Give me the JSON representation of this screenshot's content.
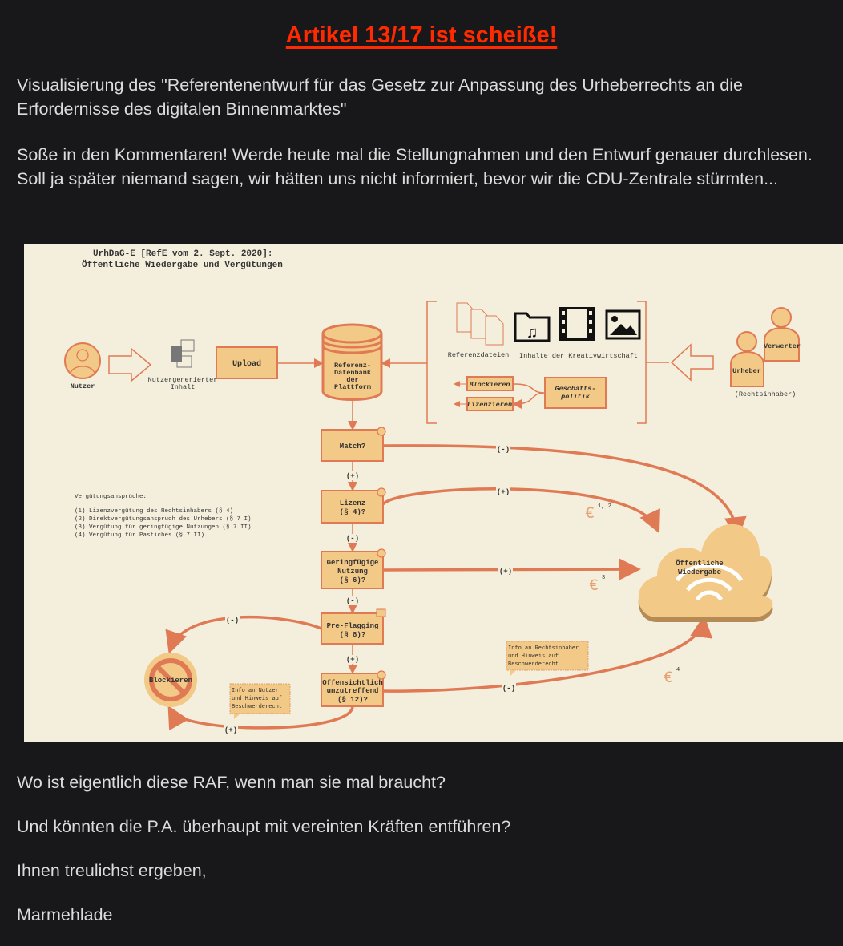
{
  "title": "Artikel 13/17 ist scheiße!",
  "intro": [
    "Visualisierung des \"Referentenentwurf für das Gesetz zur Anpassung des Urheberrechts an die Erfordernisse des digitalen Binnenmarktes\"",
    "Soße in den Kommentaren! Werde heute mal die Stellungnahmen und den Entwurf genauer durchlesen. Soll ja später niemand sagen, wir hätten uns nicht informiert, bevor wir die CDU-Zentrale stürmten..."
  ],
  "diagram": {
    "title_line1": "UrhDaG-E [RefE vom 2. Sept. 2020]:",
    "title_line2": "Öffentliche Wiedergabe und Vergütungen",
    "nutzer": "Nutzer",
    "ugc": [
      "Nutzergenerierter",
      "Inhalt"
    ],
    "upload": "Upload",
    "database": [
      "Referenz-",
      "Datenbank",
      "der",
      "Plattform"
    ],
    "referenzdateien": "Referenzdateien",
    "kreativwirtschaft": "Inhalte der Kreativwirtschaft",
    "blockieren_small": "Blockieren",
    "lizenzieren_small": "Lizenzieren",
    "geschaeftspolitik": [
      "Geschäfts-",
      "politik"
    ],
    "urheber": "Urheber",
    "verwerter": "Verwerter",
    "rechtsinhaber": "(Rechtsinhaber)",
    "match": "Match?",
    "lizenz": [
      "Lizenz",
      "(§ 4)?"
    ],
    "geringfuegig": [
      "Geringfügige",
      "Nutzung",
      "(§ 6)?"
    ],
    "preflagging": [
      "Pre-Flagging",
      "(§ 8)?"
    ],
    "offensichtlich": [
      "Offensichtlich",
      "unzutreffend",
      "(§ 12)?"
    ],
    "plus": "(+)",
    "minus": "(-)",
    "verguetung_title": "Vergütungsansprüche:",
    "verguetung": [
      "(1) Lizenzvergütung des Rechtsinhabers (§ 4)",
      "(2) Direktvergütungsanspruch des Urhebers (§ 7 I)",
      "(3) Vergütung für geringfügige Nutzungen (§ 7 II)",
      "(4) Vergütung für Pastiches (§ 7 II)"
    ],
    "wiedergabe": [
      "Öffentliche",
      "Wiedergabe"
    ],
    "blockieren": "Blockieren",
    "info_nutzer": [
      "Info an Nutzer",
      "und Hinweis auf",
      "Beschwerderecht"
    ],
    "info_rechtsinhaber": [
      "Info an Rechtsinhaber",
      "und Hinweis auf",
      "Beschwerderecht"
    ],
    "euro": "€",
    "euro_notes": [
      "1, 2",
      "3",
      "4"
    ]
  },
  "outro": [
    "Wo ist eigentlich diese RAF, wenn man sie mal braucht?",
    "Und könnten die P.A. überhaupt mit vereinten Kräften entführen?",
    "Ihnen treulichst ergeben,",
    "Marmehlade"
  ]
}
